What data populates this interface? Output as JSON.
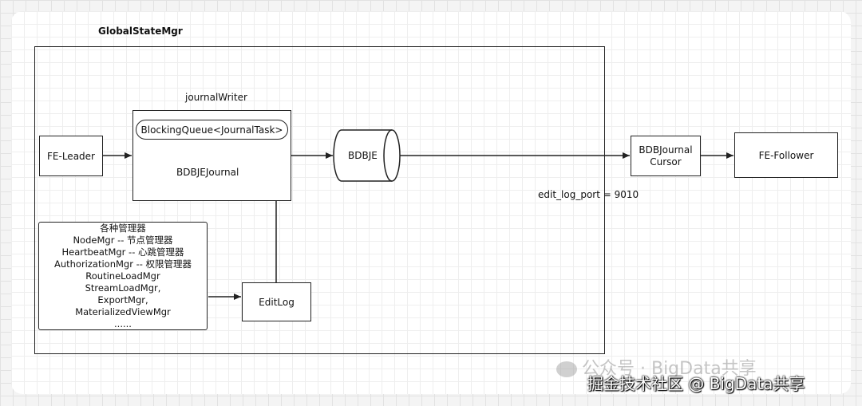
{
  "diagram": {
    "container_label": "GlobalStateMgr",
    "journal_writer_label": "journalWriter",
    "blocking_queue": "BlockingQueue<JournalTask>",
    "bdbje_journal": "BDBJEJournal",
    "fe_leader": "FE-Leader",
    "bdbje": "BDBJE",
    "bdb_cursor_line1": "BDBJournal",
    "bdb_cursor_line2": "Cursor",
    "fe_follower": "FE-Follower",
    "port_label": "edit_log_port = 9010",
    "edit_log": "EditLog",
    "managers": [
      "各种管理器",
      "NodeMgr -- 节点管理器",
      "HeartbeatMgr -- 心跳管理器",
      "AuthorizationMgr -- 权限管理器",
      "RoutineLoadMgr",
      "StreamLoadMgr,",
      "ExportMgr,",
      "MaterializedViewMgr",
      "......"
    ]
  },
  "watermark": {
    "wechat": "公众号 · BigData共享",
    "juejin": "掘金技术社区 @ BigData共享"
  }
}
